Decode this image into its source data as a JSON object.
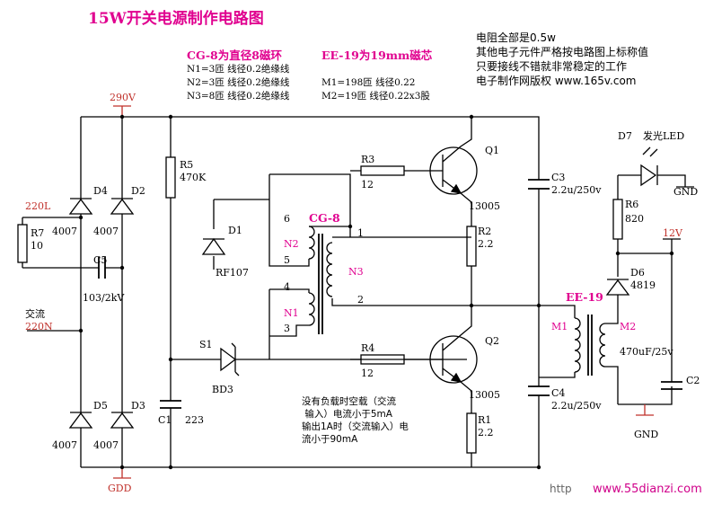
{
  "title": "15W开关电源制作电路图",
  "notes_right": [
    "电阻全部是0.5w",
    "其他电子元件严格按电路图上标称值",
    "只要接线不错就非常稳定的工作",
    "电子制作网版权  www.165v.com"
  ],
  "cg8_header": "CG-8为直径8磁环",
  "cg8_windings": [
    "N1=3匝  线径0.2绝缘线",
    "N2=3匝  线径0.2绝缘线",
    "N3=8匝  线径0.2绝缘线"
  ],
  "ee19_header": "EE-19为19mm磁芯",
  "ee19_windings": [
    "M1=198匝  线径0.22",
    "M2=19匝   线径0.22x3股"
  ],
  "load_note": "没有负载时空载（交流\n 输入）电流小于5mA\n输出1A时（交流输入）电\n流小于90mA",
  "watermark": "www.55dianzi.com",
  "watermark_prefix": "http",
  "labels": {
    "v290": "290V",
    "gdd": "GDD",
    "ac_in": "交流",
    "ac_220n": "220N",
    "v220l": "220L",
    "r7": "R7",
    "r7_val": "10",
    "d4": "D4",
    "d4_val": "4007",
    "d2": "D2",
    "d2_val": "4007",
    "c5": "C5",
    "c5_val": "103/2kV",
    "d5": "D5",
    "d5_val": "4007",
    "d3": "D3",
    "d3_val": "4007",
    "r5": "R5",
    "r5_val": "470K",
    "d1": "D1",
    "d1_val": "RF107",
    "s1": "S1",
    "bd3": "BD3",
    "c1": "C1",
    "c1_val": "223",
    "cg8": "CG-8",
    "n1": "N1",
    "n2": "N2",
    "n3": "N3",
    "pin6": "6",
    "pin5": "5",
    "pin4": "4",
    "pin3": "3",
    "pin1": "1",
    "pin2": "2",
    "r3": "R3",
    "r3_val": "12",
    "r4": "R4",
    "r4_val": "12",
    "q1": "Q1",
    "q1_val": "13005",
    "q2": "Q2",
    "q2_val": "13005",
    "r2": "R2",
    "r2_val": "2.2",
    "r1": "R1",
    "r1_val": "2.2",
    "c3": "C3",
    "c3_val": "2.2u/250v",
    "c4": "C4",
    "c4_val": "2.2u/250v",
    "ee19": "EE-19",
    "m1": "M1",
    "m2": "M2",
    "d7": "D7",
    "d7_val": "发光LED",
    "gnd_top": "GND",
    "r6": "R6",
    "r6_val": "820",
    "v12": "12V",
    "d6": "D6",
    "d6_val": "4819",
    "cap_out_val": "470uF/25v",
    "c2": "C2",
    "gnd_bot": "GND"
  }
}
